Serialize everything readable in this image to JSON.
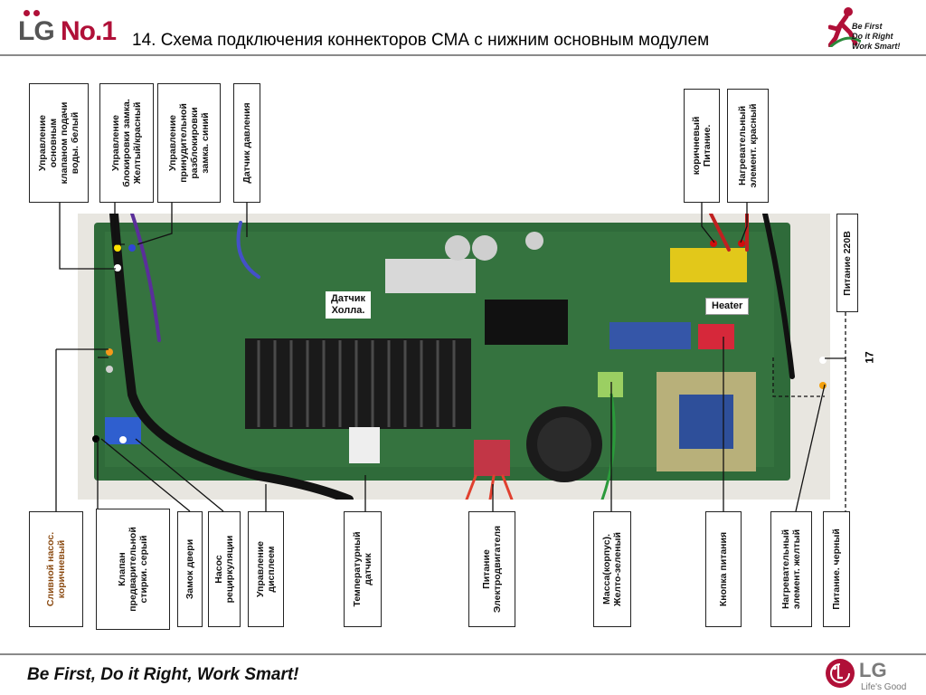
{
  "header": {
    "brand_prefix": "LG ",
    "brand_number": "No.1",
    "slide_title": "14. Схема подключения коннекторов СМА с нижним основным модулем",
    "badge_lines": [
      "Be First",
      "Do it Right",
      "Work Smart!"
    ]
  },
  "footer": {
    "slogan": "Be First, Do it Right, Work Smart!",
    "logo_text": "LG",
    "logo_subtext": "Life's Good"
  },
  "photo": {
    "hall_sensor_label": "Датчик\nХолла.",
    "heater_label": "Heater",
    "number_label": "17"
  },
  "callouts_top": [
    {
      "id": "main-valve",
      "text": "Управление\nосновным\nклапаном подачи\nводы. белый"
    },
    {
      "id": "lock",
      "text": "Управление\nблокировки замка.\nЖелтый/красный"
    },
    {
      "id": "unlock",
      "text": "Управление\nпринудительной\nразблокировки\nзамка. синий"
    },
    {
      "id": "pressure",
      "text": "Датчик давления"
    },
    {
      "id": "power-brown",
      "text": "коричневый\nПитание."
    },
    {
      "id": "heater-red",
      "text": "Нагревательный\nэлемент. красный"
    },
    {
      "id": "power-220",
      "text": "Питание 220В"
    }
  ],
  "callouts_bottom": [
    {
      "id": "drain-pump",
      "text": "Сливной насос.\nкоричневый"
    },
    {
      "id": "prewash-valve",
      "text": "Клапан\nпредварительной\nстирки. серый"
    },
    {
      "id": "door-lock",
      "text": "Замок двери"
    },
    {
      "id": "recirc-pump",
      "text": "Насос\nрециркуляции"
    },
    {
      "id": "display-ctrl",
      "text": "Управление\nдисплеем"
    },
    {
      "id": "temp-sensor",
      "text": "Температурный\nдатчик"
    },
    {
      "id": "motor-power",
      "text": "Питание\nЭлектродвигателя"
    },
    {
      "id": "ground",
      "text": "Масса(корпус).\nЖелто-зеленый"
    },
    {
      "id": "power-button",
      "text": "Кнопка питания"
    },
    {
      "id": "heater-yellow",
      "text": "Нагревательный\nэлемент. желтый"
    },
    {
      "id": "power-black",
      "text": "Питание. черный"
    }
  ],
  "colors": {
    "brand_red": "#b01038",
    "board_green": "#2f6b3a",
    "drain_label_color": "#8b4b12"
  }
}
